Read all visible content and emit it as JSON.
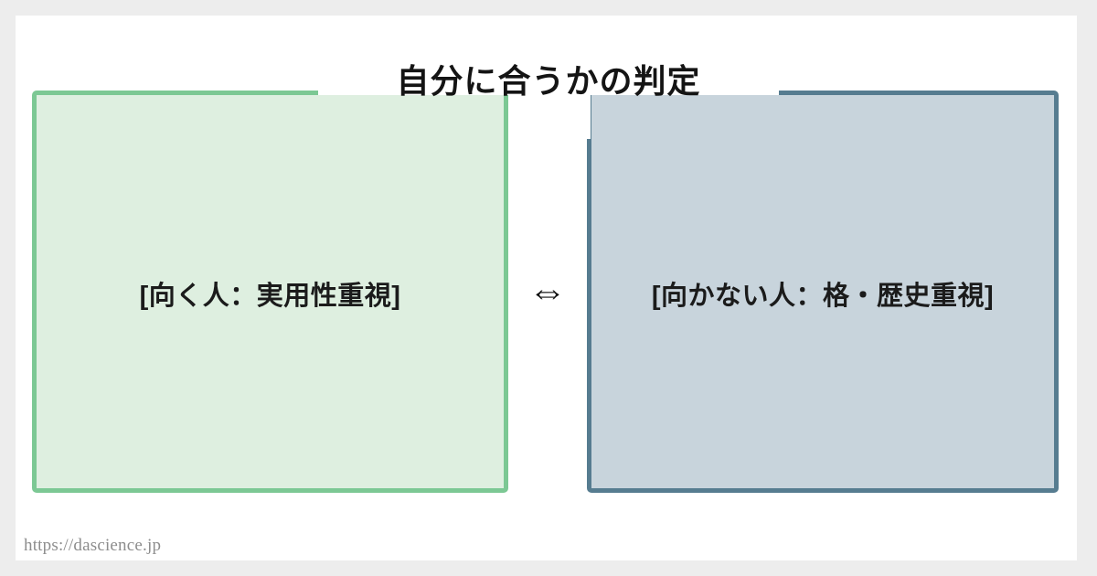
{
  "canvas": {
    "background": "#ffffff",
    "outer_background": "#ededed"
  },
  "title": "自分に合うかの判定",
  "comparison": {
    "relation_symbol": "⇔",
    "left": {
      "label": "[向く人：実用性重視]",
      "fill_color": "#deefe0",
      "border_color": "#7cc894"
    },
    "right": {
      "label": "[向かない人：格・歴史重視]",
      "fill_color": "#c8d4dc",
      "border_color": "#567c90"
    }
  },
  "footer": {
    "url": "https://dascience.jp"
  },
  "chart_data": {
    "type": "table",
    "title": "自分に合うかの判定",
    "categories": [
      "向く人",
      "向かない人"
    ],
    "values": [
      "実用性重視",
      "格・歴史重視"
    ],
    "xlabel": "",
    "ylabel": ""
  }
}
